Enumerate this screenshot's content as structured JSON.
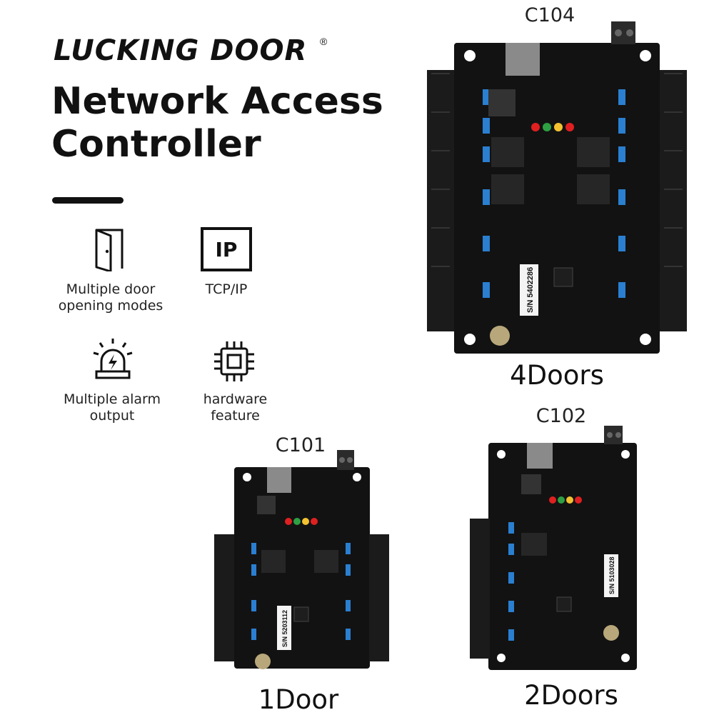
{
  "brand": {
    "name": "LUCKING DOOR",
    "registered_mark": "®"
  },
  "headline": {
    "line1": "Network Access",
    "line2": "Controller"
  },
  "features": [
    {
      "icon": "door-icon",
      "label_line1": "Multiple door",
      "label_line2": "opening modes"
    },
    {
      "icon": "ip-icon",
      "icon_text": "IP",
      "label_line1": "TCP/IP",
      "label_line2": ""
    },
    {
      "icon": "alarm-icon",
      "label_line1": "Multiple alarm",
      "label_line2": "output"
    },
    {
      "icon": "chip-icon",
      "label_line1": "hardware",
      "label_line2": "feature"
    }
  ],
  "products": [
    {
      "model": "C104",
      "caption": "4Doors",
      "serial": "S/N 5402286"
    },
    {
      "model": "C101",
      "caption": "1Door",
      "serial": "S/N 5203112"
    },
    {
      "model": "C102",
      "caption": "2Doors",
      "serial": "S/N 5103028"
    }
  ],
  "colors": {
    "text": "#111111",
    "board": "#111111",
    "terminal": "#1b1b1b",
    "capacitor": "#2a7fd0",
    "led_red": "#e02020",
    "led_green": "#2ea043",
    "led_yellow": "#f2c230"
  }
}
